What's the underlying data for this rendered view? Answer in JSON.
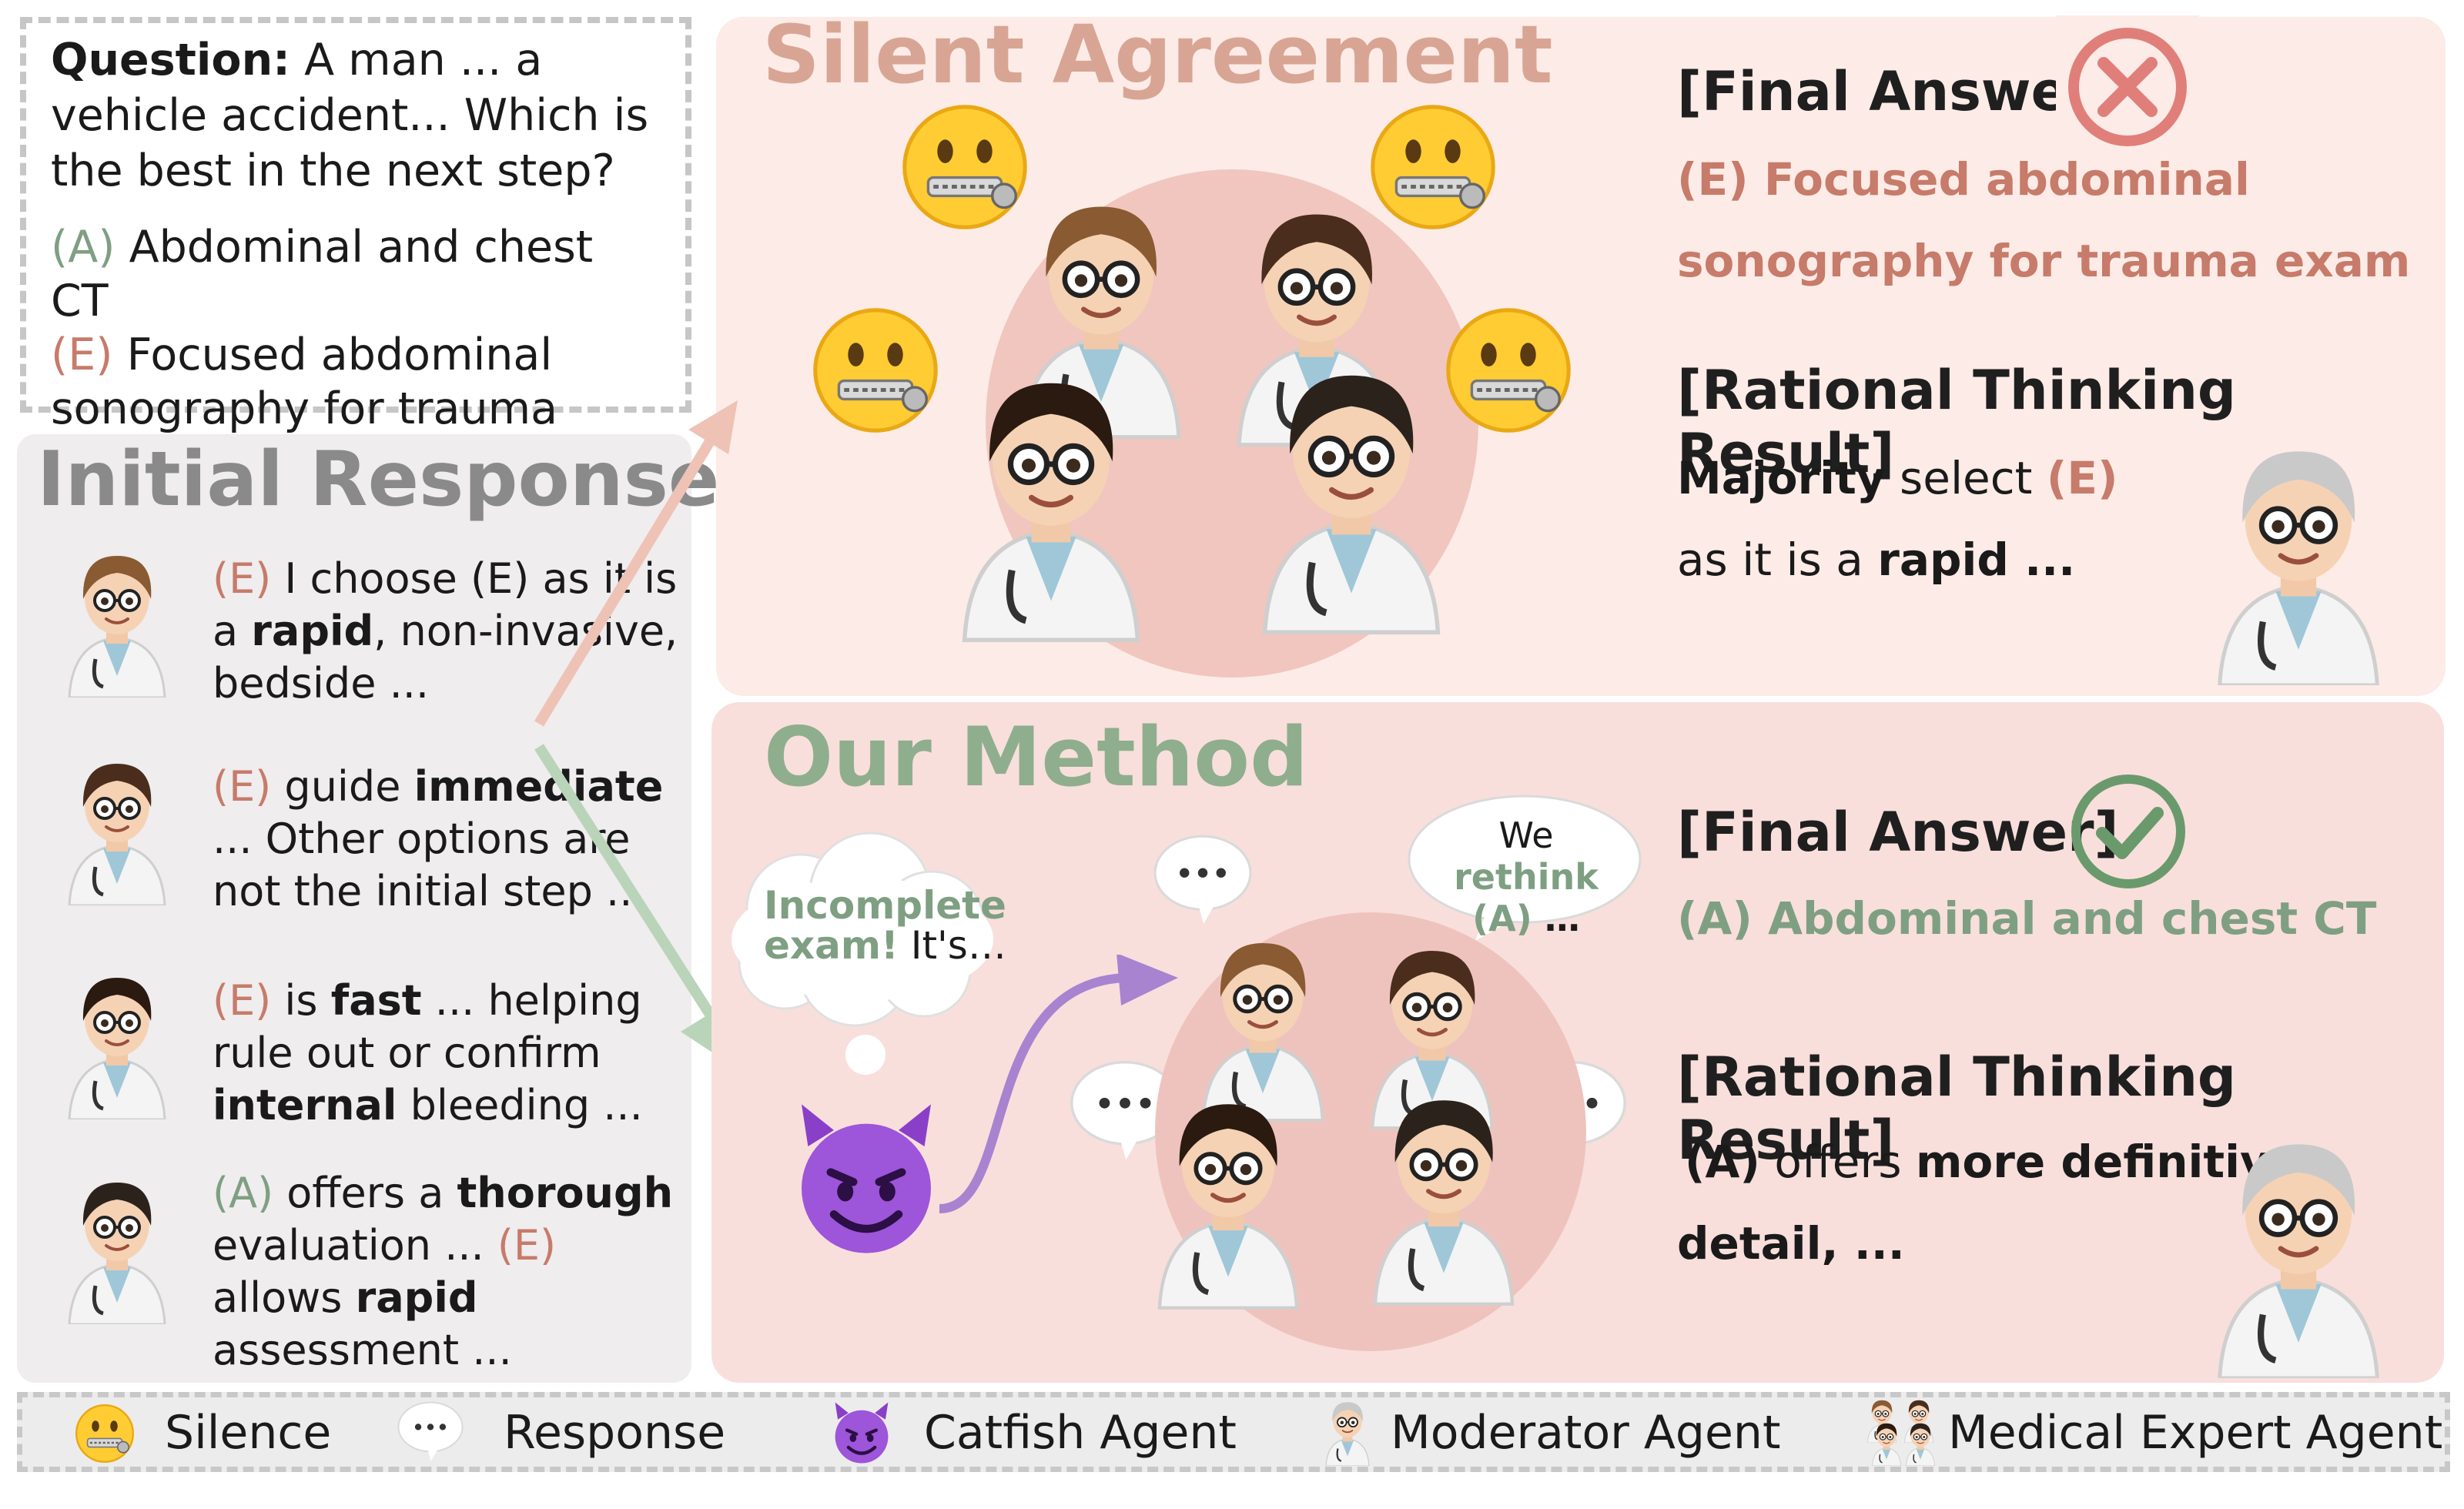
{
  "question": {
    "prefix": "Question:",
    "text": " A man ... a vehicle accident... Which is the best in the next step?",
    "option_a_label": "(A)",
    "option_a_text": " Abdominal and chest CT",
    "option_e_label": "(E)",
    "option_e_text": " Focused abdominal sonography for trauma exam"
  },
  "initial_response": {
    "title": "Initial Response",
    "r1": {
      "label": "(E)",
      "t1": " I choose (E) as it is a ",
      "b1": "rapid",
      "t2": ", non-invasive, bedside ..."
    },
    "r2": {
      "label": "(E)",
      "t1": " guide ",
      "b1": "immediate",
      "t2": " ... Other options are not the initial step ..."
    },
    "r3": {
      "label": "(E)",
      "t1": " is ",
      "b1": "fast",
      "t2": " ... helping rule out or confirm ",
      "b2": "internal",
      "t3": " bleeding ..."
    },
    "r4": {
      "label_a": "(A)",
      "t1": " offers a ",
      "b1": "thorough",
      "t2": " evaluation ... ",
      "label_e": "(E)",
      "t3": " allows ",
      "b2": "rapid",
      "t4": " assessment ..."
    }
  },
  "silent": {
    "title": "Silent Agreement",
    "final_head": "[Final Answer]",
    "final_1": "(E) Focused abdominal",
    "final_2": "sonography for trauma exam",
    "rational_head": "[Rational Thinking Result]",
    "r_majority": "Majority",
    "r_select": "  select ",
    "r_label": "(E)",
    "r_line2a": "as it is a ",
    "r_line2b": "rapid ..."
  },
  "ours": {
    "title": "Our Method",
    "thought_a": "Incomplete",
    "thought_b": "exam!",
    "thought_c": " It's…",
    "speech_a": "We ",
    "speech_b": "rethink",
    "speech_c": "(A)",
    "speech_d": " …",
    "final_head": "[Final Answer]",
    "final_1": "(A)  Abdominal and chest CT",
    "rational_head": "[Rational Thinking Result]",
    "r1a": "(A)",
    "r1b": " offers ",
    "r1c": "more definitive",
    "r2": "detail,  ..."
  },
  "legend": {
    "silence": "Silence",
    "response": "Response",
    "catfish": "Catfish Agent",
    "moderator": "Moderator Agent",
    "expert": "Medical Expert Agent"
  },
  "colors": {
    "option_e": "#c77b6a",
    "option_a": "#7f9f82",
    "silent_bg": "#fcebe6",
    "ours_bg": "#f8dfdc",
    "initial_bg": "#efedee",
    "wrong_mark": "#e07f7a",
    "right_mark": "#6a9a6c",
    "catfish": "#8a3fc9"
  },
  "icons": {
    "silence": "zipper-mouth-face-icon",
    "response": "speech-bubble-icon",
    "catfish": "smiling-devil-icon",
    "moderator": "moderator-doctor-icon",
    "expert": "medical-team-icon",
    "wrong": "cross-circle-icon",
    "right": "check-circle-icon"
  }
}
